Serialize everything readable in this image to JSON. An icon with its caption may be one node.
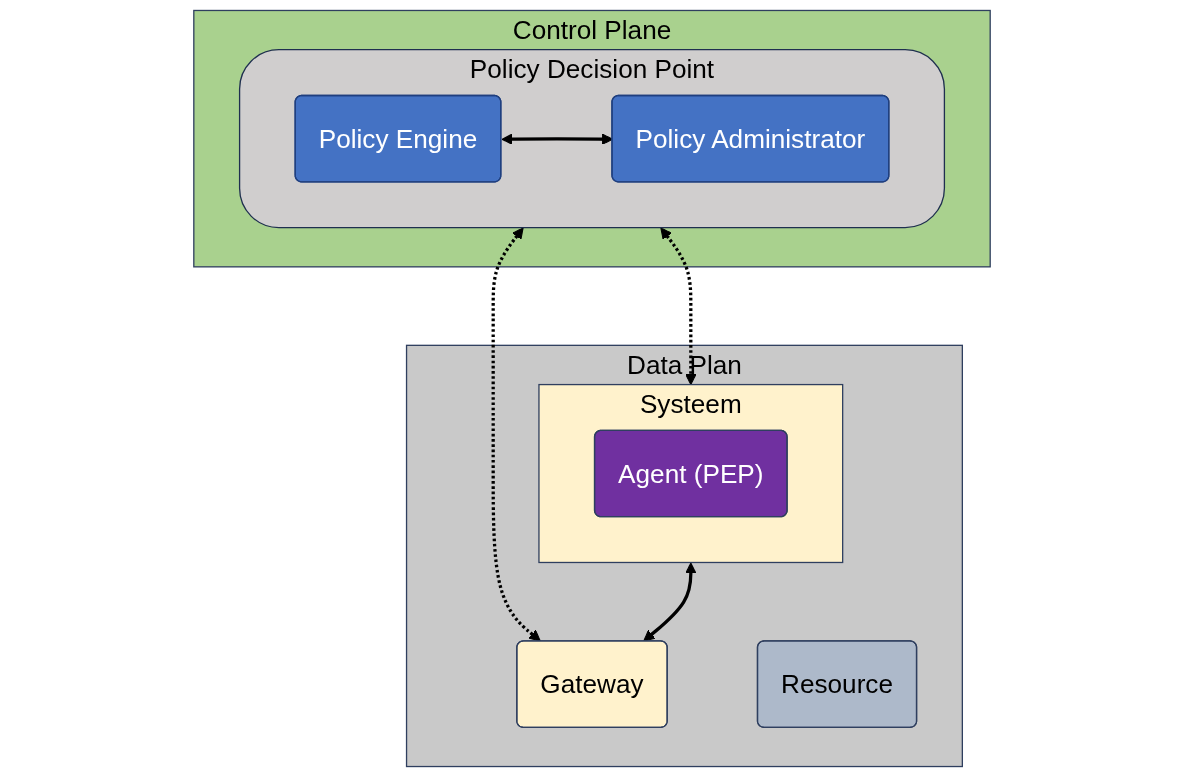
{
  "diagram": {
    "nodes": [
      {
        "text": [
          "Control Plane"
        ]
      },
      {
        "text": [
          "Policy Decision Point"
        ],
        "in": 0
      },
      {
        "text": [
          "Policy Engine"
        ],
        "in": 1
      },
      {
        "text": [
          "Policy Administrator"
        ],
        "in": 1
      },
      {
        "text": [
          "Data Plan"
        ]
      },
      {
        "text": [
          "Systeem"
        ],
        "in": 4
      },
      {
        "text": [
          "Agent (PEP)"
        ],
        "in": 5
      },
      {
        "text": [
          "Gateway"
        ],
        "in": 4
      },
      {
        "text": [
          "Resource"
        ],
        "in": 4
      }
    ],
    "edges": [
      {
        "from": 2,
        "to": 3,
        "arrow": "both"
      },
      {
        "from": 1,
        "to": 5,
        "arrow": "both",
        "style": "dashed"
      },
      {
        "from": 1,
        "to": 7,
        "arrow": "both",
        "style": "dashed"
      },
      {
        "from": 5,
        "to": 7,
        "arrow": "both"
      }
    ]
  }
}
